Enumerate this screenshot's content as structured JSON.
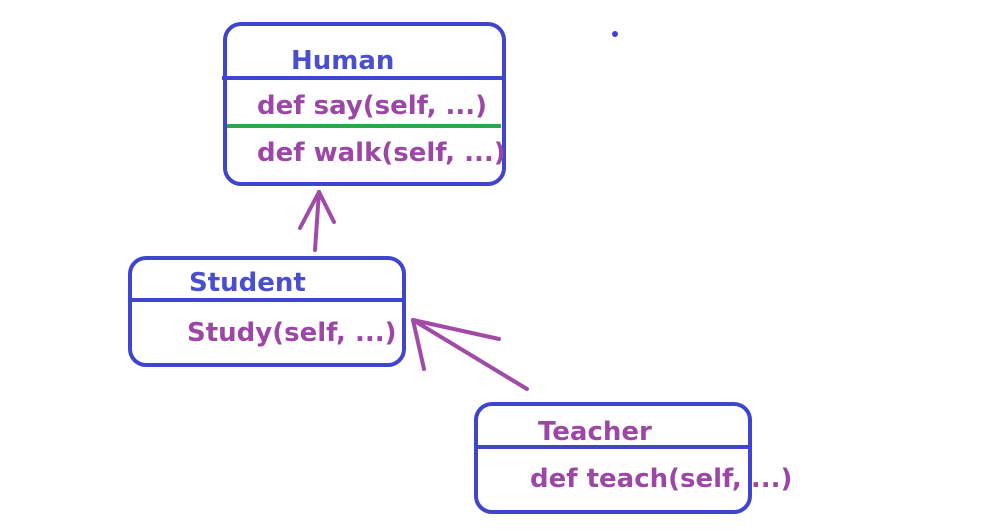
{
  "classes": {
    "human": {
      "name": "Human",
      "methods": [
        "def say(self, ...)",
        "def walk(self, ...)"
      ]
    },
    "student": {
      "name": "Student",
      "methods": [
        "Study(self, ...)"
      ]
    },
    "teacher": {
      "name": "Teacher",
      "methods": [
        "def teach(self, ...)"
      ]
    }
  },
  "colors": {
    "box_stroke": "#3f45cc",
    "class_name": "#4a4fce",
    "method_text": "#9c47a6",
    "arrow": "#a14ba8",
    "method_divider": "#2aa84a"
  }
}
